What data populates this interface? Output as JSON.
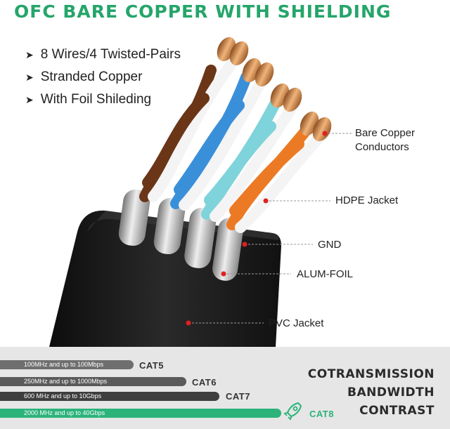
{
  "title": "OFC BARE COPPER WITH SHIELDING",
  "features": [
    {
      "icon": "arrow-bullet-icon",
      "text": "8 Wires/4 Twisted-Pairs"
    },
    {
      "icon": "arrow-bullet-icon",
      "text": "Stranded Copper"
    },
    {
      "icon": "arrow-bullet-icon",
      "text": "With Foil Shileding"
    }
  ],
  "callouts": {
    "bare_copper": "Bare Copper\nConductors",
    "hdpe": "HDPE Jacket",
    "gnd": "GND",
    "alum": "ALUM-FOIL",
    "pvc": "PVC Jacket"
  },
  "comparison": {
    "heading_lines": [
      "COTRANSMISSION",
      "BANDWIDTH",
      "CONTRAST"
    ],
    "bars": [
      {
        "spec": "100MHz and up to 100Mbps",
        "category": "CAT5",
        "level": 1,
        "color": "#6f6f6f"
      },
      {
        "spec": "250MHz and up to 1000Mbps",
        "category": "CAT6",
        "level": 2,
        "color": "#5a5a5a"
      },
      {
        "spec": "600 MHz and up to 10Gbps",
        "category": "CAT7",
        "level": 3,
        "color": "#3e3e3e"
      },
      {
        "spec": "2000 MHz and up to 40Gbps",
        "category": "CAT8",
        "level": 4,
        "color": "#2bb37a"
      }
    ],
    "rocket_icon": "rocket-icon",
    "accent": "#2bb37a"
  },
  "colors": {
    "title": "#25a56a",
    "callout_dot": "#e02020",
    "jacket": "#1b1b1b"
  }
}
